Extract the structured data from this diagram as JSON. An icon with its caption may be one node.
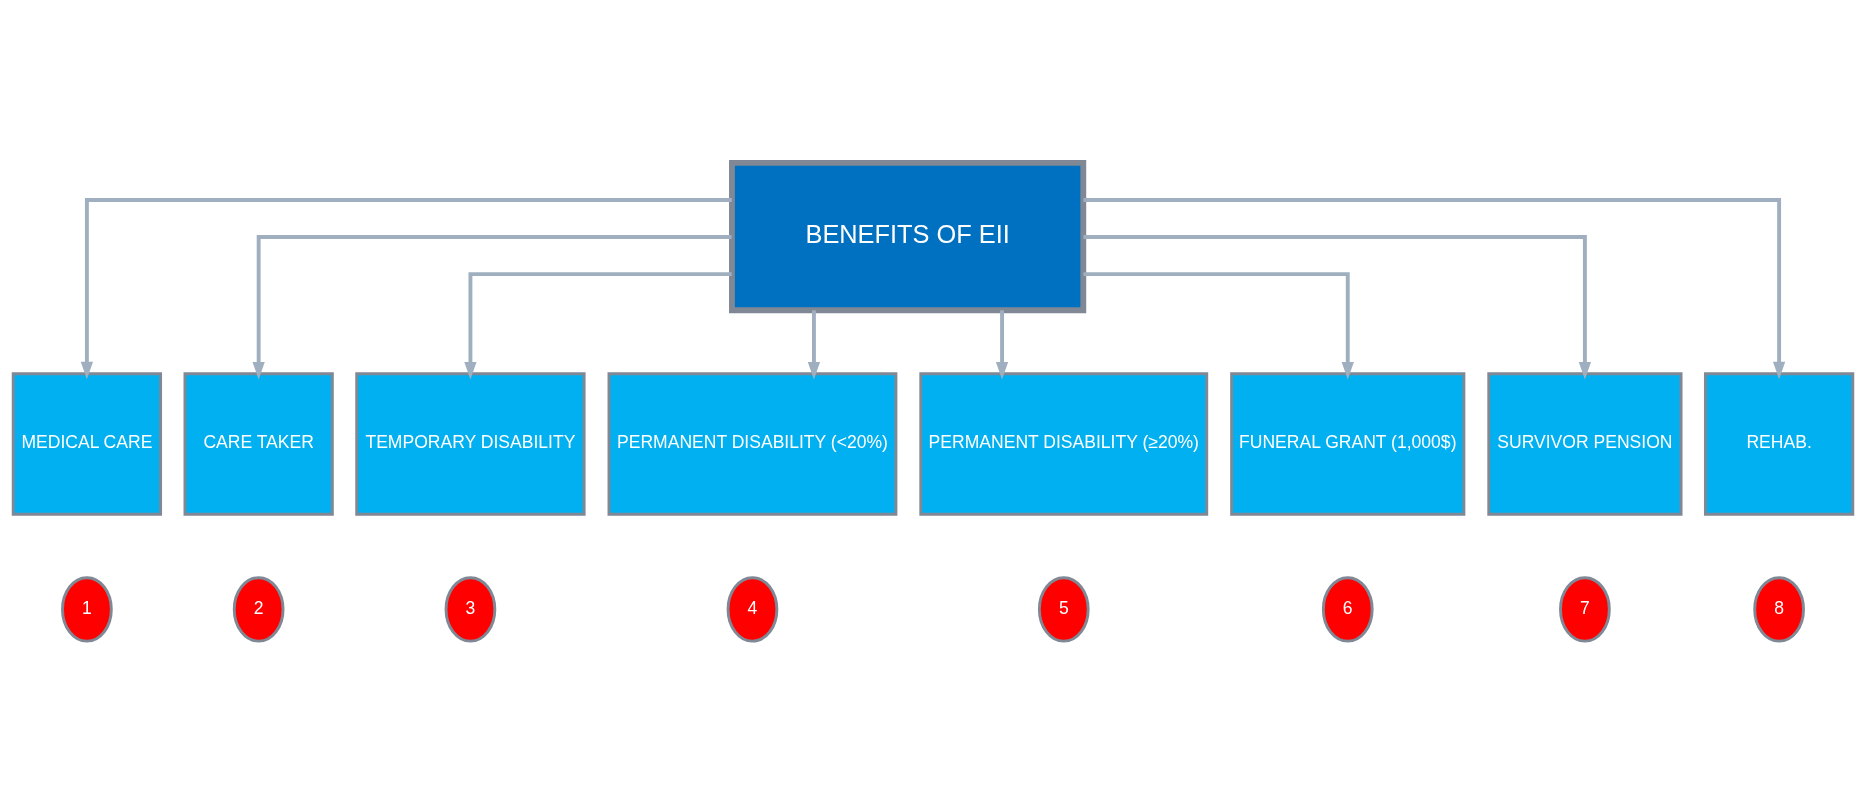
{
  "diagram": {
    "nodes": [
      {
        "text": [
          "BENEFITS OF EII"
        ]
      },
      {
        "text": [
          "MEDICAL CARE"
        ]
      },
      {
        "text": [
          "CARE TAKER"
        ]
      },
      {
        "text": [
          "TEMPORARY DISABILITY"
        ]
      },
      {
        "text": [
          "PERMANENT DISABILITY (<20%)"
        ]
      },
      {
        "text": [
          "PERMANENT DISABILITY (≥20%)"
        ]
      },
      {
        "text": [
          "FUNERAL GRANT (1,000$)"
        ]
      },
      {
        "text": [
          "SURVIVOR PENSION"
        ]
      },
      {
        "text": [
          "REHAB."
        ]
      },
      {
        "text": [
          "1"
        ]
      },
      {
        "text": [
          "2"
        ]
      },
      {
        "text": [
          "3"
        ]
      },
      {
        "text": [
          "4"
        ]
      },
      {
        "text": [
          "5"
        ]
      },
      {
        "text": [
          "6"
        ]
      },
      {
        "text": [
          "7"
        ]
      },
      {
        "text": [
          "8"
        ]
      }
    ],
    "edges": [
      {
        "from": 0,
        "to": 1,
        "arrow": "to"
      },
      {
        "from": 0,
        "to": 2,
        "arrow": "to"
      },
      {
        "from": 0,
        "to": 3,
        "arrow": "to"
      },
      {
        "from": 0,
        "to": 4,
        "arrow": "to"
      },
      {
        "from": 0,
        "to": 5,
        "arrow": "to"
      },
      {
        "from": 0,
        "to": 6,
        "arrow": "to"
      },
      {
        "from": 0,
        "to": 7,
        "arrow": "to"
      },
      {
        "from": 0,
        "to": 8,
        "arrow": "to"
      }
    ]
  }
}
